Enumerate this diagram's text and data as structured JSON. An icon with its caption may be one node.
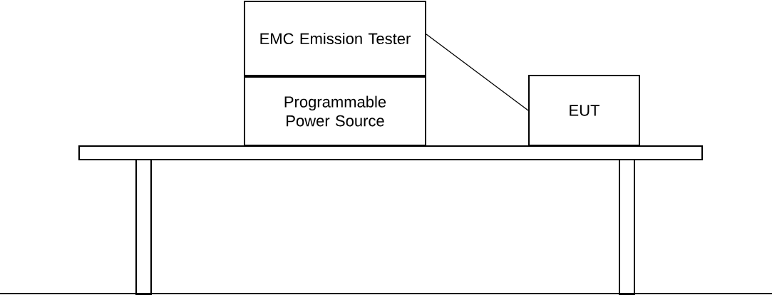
{
  "diagram": {
    "nodes": [
      {
        "text": [
          "EMC Emission Tester"
        ]
      },
      {
        "text": [
          "Programmable Power Source"
        ]
      },
      {
        "text": [
          "EUT"
        ]
      }
    ],
    "edges": [
      {
        "from": 0,
        "to": 2,
        "arrow": "none"
      }
    ]
  }
}
